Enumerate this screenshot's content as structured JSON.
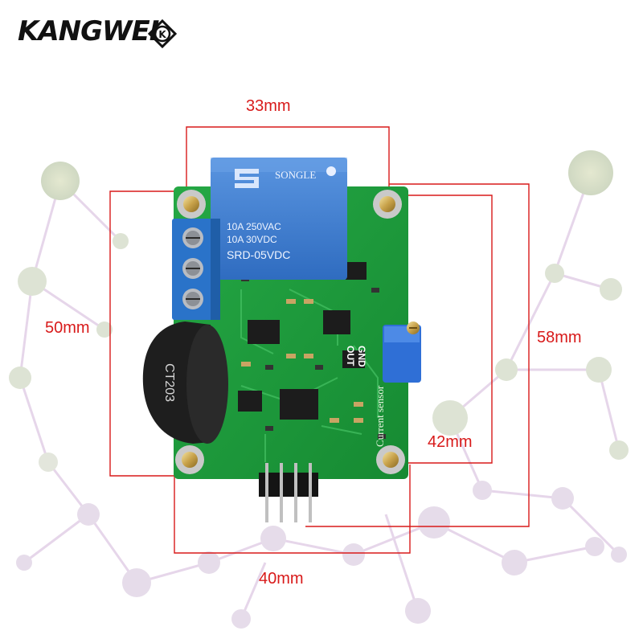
{
  "brand": {
    "name": "KANGWEI",
    "badge": "K"
  },
  "dimensions": {
    "relay_width": "33mm",
    "board_height": "50mm",
    "total_height": "58mm",
    "hole_height": "42mm",
    "hole_width": "40mm"
  },
  "relay": {
    "brand": "SONGLE",
    "rating_ac": "10A 250VAC",
    "rating_dc": "10A 30VDC",
    "model": "SRD-05VDC"
  },
  "transformer": {
    "model": "CT203"
  },
  "board": {
    "label_out": "OUT",
    "label_gnd": "GND",
    "label_sensor": "Current sensor"
  },
  "colors": {
    "dimension_red": "#d81a1a",
    "pcb_green": "#1e9e3c",
    "relay_blue": "#3f7fd0",
    "terminal_blue": "#2a73c9"
  }
}
